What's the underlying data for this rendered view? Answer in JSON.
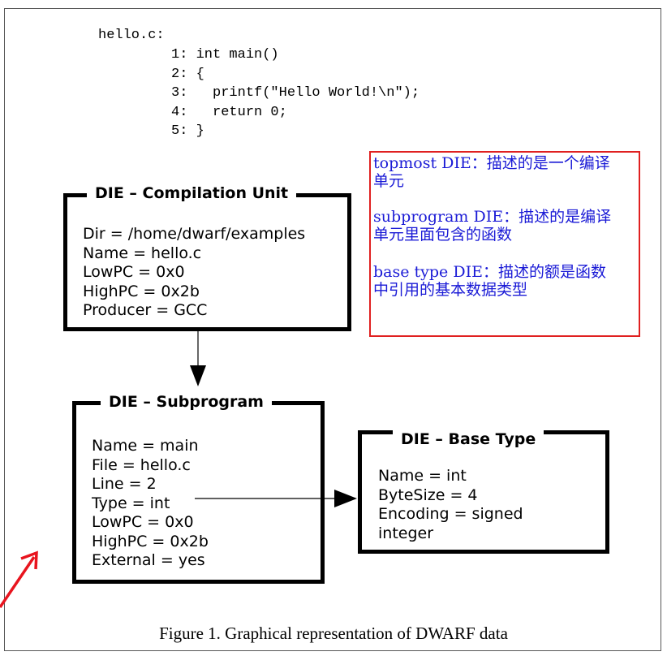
{
  "code": {
    "filename": "hello.c:",
    "lines": [
      "1: int main()",
      "2: {",
      "3:   printf(\"Hello World!\\n\");",
      "4:   return 0;",
      "5: }"
    ]
  },
  "compilation_unit": {
    "title": "DIE – Compilation Unit",
    "attrs": [
      "Dir = /home/dwarf/examples",
      "Name = hello.c",
      "LowPC = 0x0",
      "HighPC = 0x2b",
      "Producer = GCC"
    ]
  },
  "subprogram": {
    "title": "DIE – Subprogram",
    "attrs": [
      "Name = main",
      "File = hello.c",
      "Line = 2",
      "Type = int",
      "LowPC = 0x0",
      "HighPC = 0x2b",
      "External = yes"
    ]
  },
  "base_type": {
    "title": "DIE – Base Type",
    "attrs": [
      "Name = int",
      "ByteSize = 4",
      "Encoding = signed",
      "integer"
    ]
  },
  "annotation": {
    "lines": [
      "topmost DIE：描述的是一个编译",
      "单元",
      "",
      "subprogram DIE：描述的是编译",
      "单元里面包含的函数",
      "",
      "base type DIE：描述的额是函数",
      "中引用的基本数据类型"
    ],
    "text_color": "#1a1ad6",
    "border_color": "#e02020"
  },
  "caption": "Figure 1.  Graphical representation of DWARF data"
}
